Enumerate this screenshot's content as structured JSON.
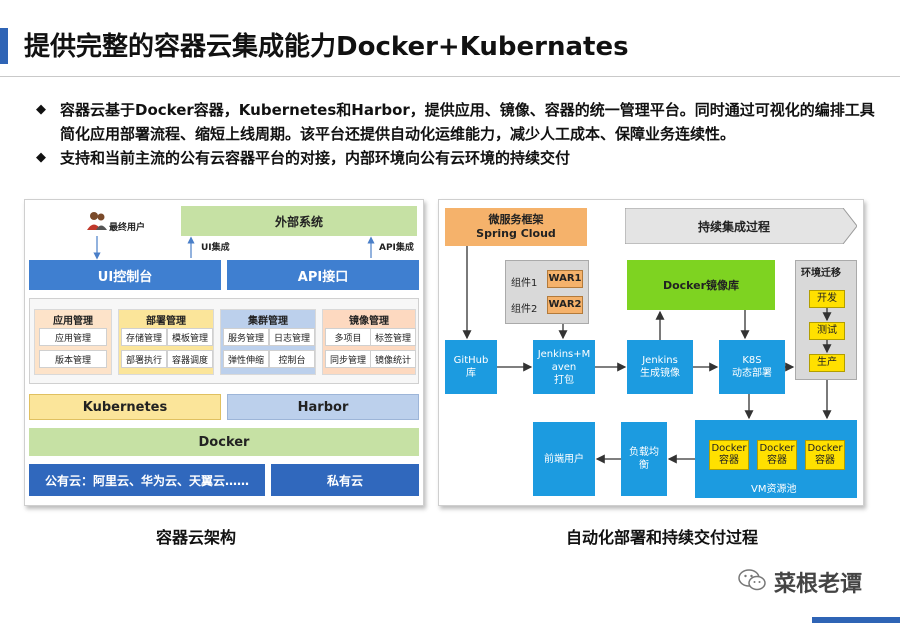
{
  "slide": {
    "title": "提供完整的容器云集成能力Docker+Kubernates",
    "bullets": [
      "容器云基于Docker容器，Kubernetes和Harbor，提供应用、镜像、容器的统一管理平台。同时通过可视化的编排工具简化应用部署流程、缩短上线周期。该平台还提供自动化运维能力，减少人工成本、保障业务连续性。",
      "支持和当前主流的公有云容器平台的对接，内部环境向公有云环境的持续交付"
    ],
    "bullet_marker": "◆"
  },
  "arch": {
    "caption": "容器云架构",
    "end_user": "最终用户",
    "external": "外部系统",
    "ui_integration": "UI集成",
    "api_integration": "API集成",
    "ui_console": "UI控制台",
    "api_gateway": "API接口",
    "modules": [
      {
        "title": "应用管理",
        "items": [
          "应用管理",
          "版本管理"
        ],
        "color": "#fde3c9"
      },
      {
        "title": "部署管理",
        "items": [
          "存储管理",
          "模板管理",
          "部署执行",
          "容器调度"
        ],
        "color": "#fbe59a"
      },
      {
        "title": "集群管理",
        "items": [
          "服务管理",
          "日志管理",
          "弹性伸缩",
          "控制台"
        ],
        "color": "#bcd0ec"
      },
      {
        "title": "镜像管理",
        "items": [
          "多项目",
          "标签管理",
          "同步管理",
          "镜像统计"
        ],
        "color": "#fdd9c0"
      }
    ],
    "kubernetes": "Kubernetes",
    "harbor": "Harbor",
    "docker": "Docker",
    "public_cloud": "公有云：阿里云、华为云、天翼云……",
    "private_cloud": "私有云"
  },
  "pipeline": {
    "caption": "自动化部署和持续交付过程",
    "microservice": "微服务框架\nSpring Cloud",
    "ci_process": "持续集成过程",
    "component1": "组件1",
    "component2": "组件2",
    "war1": "WAR1",
    "war2": "WAR2",
    "registry": "Docker镜像库",
    "env_migration": "环境迁移",
    "env_dev": "开发",
    "env_test": "测试",
    "env_prod": "生产",
    "github": "GitHub\n库",
    "jenkins_maven": "Jenkins+M\naven\n打包",
    "jenkins_image": "Jenkins\n生成镜像",
    "k8s_deploy": "K8S\n动态部署",
    "frontend_user": "前端用户",
    "load_balance": "负载均\n衡",
    "docker_containers": [
      "Docker\n容器",
      "Docker\n容器",
      "Docker\n容器"
    ],
    "vm_pool": "VM资源池"
  },
  "watermark": {
    "text": "菜根老谭"
  },
  "colors": {
    "accent": "#2f64b5",
    "pipeline_blue": "#1c9be0",
    "registry_green": "#7ed321"
  }
}
